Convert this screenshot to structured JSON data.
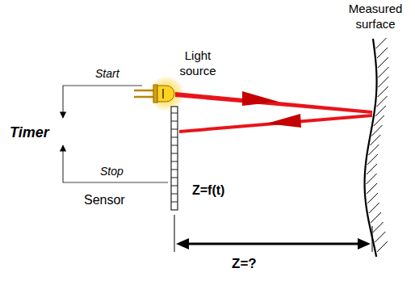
{
  "diagram": {
    "labels": [
      "Measured surface",
      "Light source",
      "Start",
      "Timer",
      "Stop",
      "Sensor",
      "Z=f(t)",
      "Z=?"
    ]
  }
}
